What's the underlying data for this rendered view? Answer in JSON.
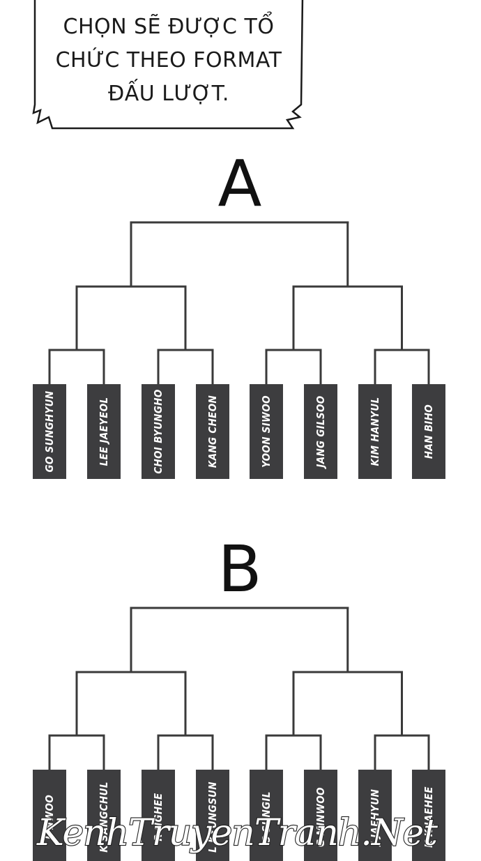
{
  "caption": {
    "lines": [
      "CHỌN SẼ ĐƯỢC TỔ",
      "CHỨC THEO FORMAT",
      "ĐẤU LƯỢT."
    ]
  },
  "brackets": [
    {
      "label": "A",
      "players": [
        "GO SUNGHYUN",
        "LEE JAEYEOL",
        "CHOI BYUNGHO",
        "KANG CHEON",
        "YOON SIWOO",
        "JANG GILSOO",
        "KIM HANYUL",
        "HAN BIHO"
      ]
    },
    {
      "label": "B",
      "players": [
        "L   NWOO",
        "K   SANGCHUL",
        "R   NGHEE",
        "L   KYUNGSUN",
        "S   SUNGIL",
        "G   MINWOO",
        "J   JAEHYUN",
        "K   K JAEHEE"
      ]
    }
  ],
  "watermark": "KenhTruyenTranh.Net",
  "colors": {
    "background": "#ffffff",
    "box": "#3d3d3f",
    "line": "#3a3a3a",
    "text": "#111111"
  }
}
